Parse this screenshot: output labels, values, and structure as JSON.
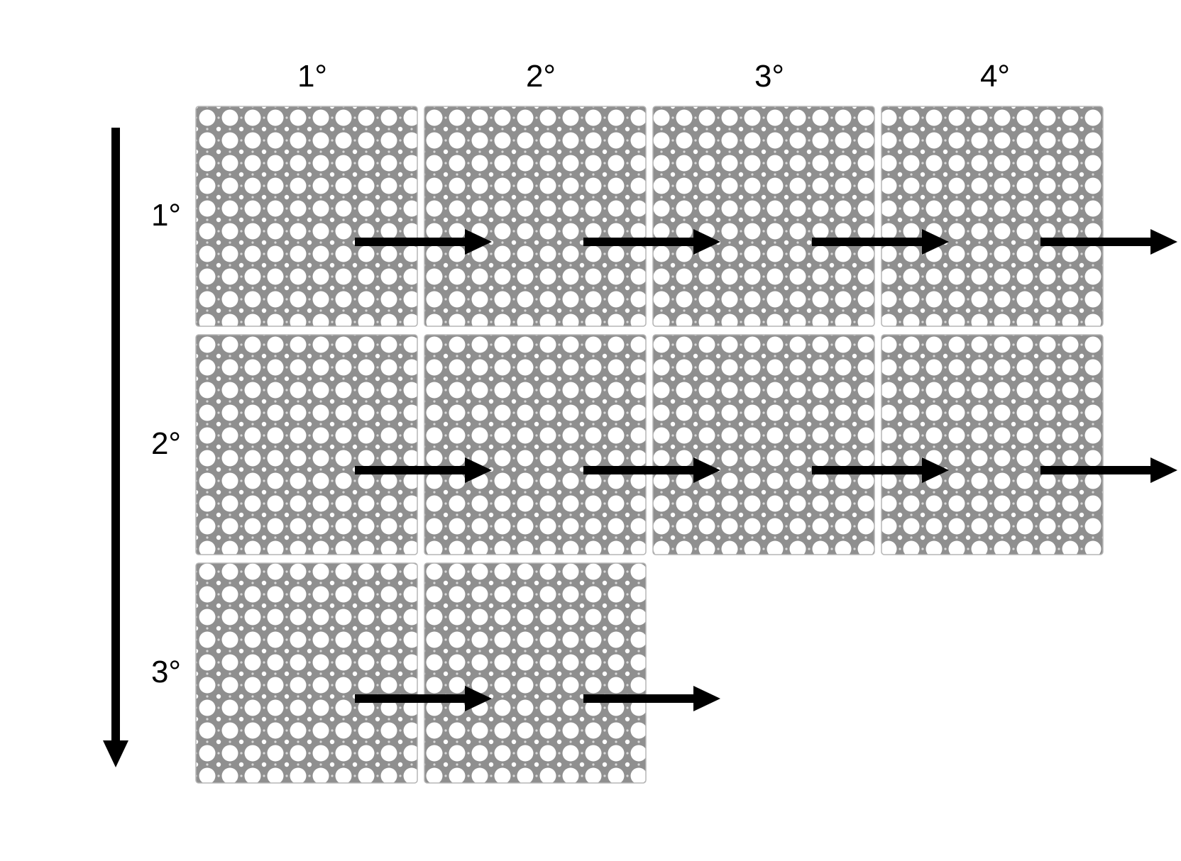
{
  "column_labels": [
    "1°",
    "2°",
    "3°",
    "4°"
  ],
  "row_labels": [
    "1°",
    "2°",
    "3°"
  ],
  "tiles_per_row": [
    4,
    4,
    2
  ],
  "arrows_per_row": [
    4,
    4,
    2
  ],
  "colors": {
    "background": "#ffffff",
    "tile_fill": "#8c8c8c",
    "hole": "#ffffff",
    "arrow": "#000000"
  }
}
